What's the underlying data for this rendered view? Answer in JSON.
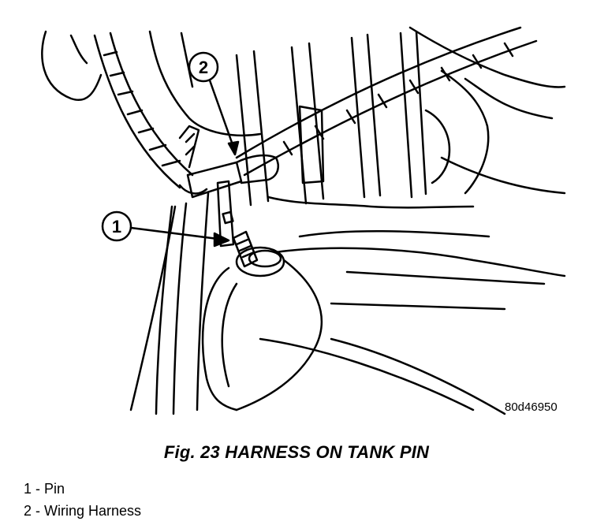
{
  "callouts": [
    {
      "number": "1"
    },
    {
      "number": "2"
    }
  ],
  "figure_code": "80d46950",
  "caption": "Fig. 23 HARNESS ON TANK PIN",
  "legend": [
    {
      "text": "1 - Pin"
    },
    {
      "text": "2 - Wiring Harness"
    }
  ]
}
